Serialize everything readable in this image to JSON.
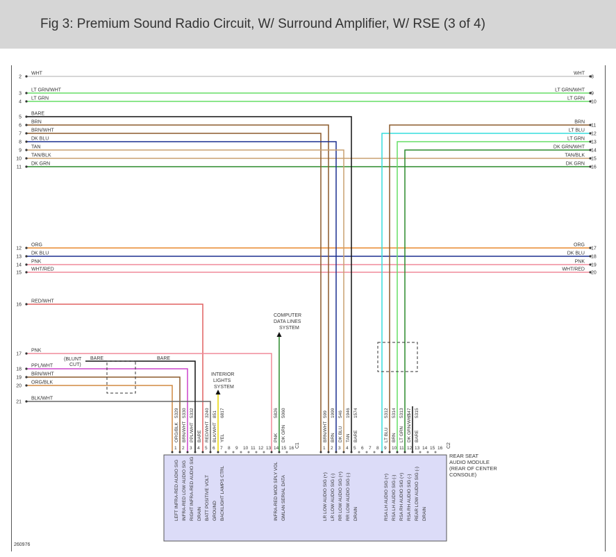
{
  "title": "Fig 3: Premium Sound Radio Circuit, W/ Surround Amplifier, W/ RSE (3 of 4)",
  "figure_number": "260976",
  "left_wires": [
    {
      "pin": "2",
      "label": "WHT",
      "color": "#c8c8c8"
    },
    {
      "pin": "3",
      "label": "LT GRN/WHT",
      "color": "#66dd66"
    },
    {
      "pin": "4",
      "label": "LT GRN",
      "color": "#66dd66"
    },
    {
      "pin": "5",
      "label": "BARE",
      "color": "#111111"
    },
    {
      "pin": "6",
      "label": "BRN",
      "color": "#8b5a2b"
    },
    {
      "pin": "7",
      "label": "BRN/WHT",
      "color": "#8b5a2b"
    },
    {
      "pin": "8",
      "label": "DK BLU",
      "color": "#1a2f8f"
    },
    {
      "pin": "9",
      "label": "TAN",
      "color": "#c8a070"
    },
    {
      "pin": "10",
      "label": "TAN/BLK",
      "color": "#c8a070"
    },
    {
      "pin": "11",
      "label": "DK GRN",
      "color": "#2a8a2a"
    },
    {
      "pin": "12",
      "label": "ORG",
      "color": "#e8892e"
    },
    {
      "pin": "13",
      "label": "DK BLU",
      "color": "#1a2f8f"
    },
    {
      "pin": "14",
      "label": "PNK",
      "color": "#f08a9a"
    },
    {
      "pin": "15",
      "label": "WHT/RED",
      "color": "#f08a9a"
    },
    {
      "pin": "16",
      "label": "RED/WHT",
      "color": "#e06060"
    },
    {
      "pin": "17",
      "label": "PNK",
      "color": "#f08a9a"
    },
    {
      "pin": "18",
      "label": "PPL/WHT",
      "color": "#cc44cc"
    },
    {
      "pin": "19",
      "label": "BRN/WHT",
      "color": "#8b5a2b"
    },
    {
      "pin": "20",
      "label": "ORG/BLK",
      "color": "#d08840"
    },
    {
      "pin": "21",
      "label": "BLK/WHT",
      "color": "#666666"
    }
  ],
  "right_wires": [
    {
      "pin": "8",
      "label": "WHT",
      "color": "#c8c8c8"
    },
    {
      "pin": "9",
      "label": "LT GRN/WHT",
      "color": "#66dd66"
    },
    {
      "pin": "10",
      "label": "LT GRN",
      "color": "#66dd66"
    },
    {
      "pin": "11",
      "label": "BRN",
      "color": "#8b5a2b"
    },
    {
      "pin": "12",
      "label": "LT BLU",
      "color": "#33dddd"
    },
    {
      "pin": "13",
      "label": "LT GRN",
      "color": "#66dd66"
    },
    {
      "pin": "14",
      "label": "DK GRN/WHT",
      "color": "#2a8a2a"
    },
    {
      "pin": "15",
      "label": "TAN/BLK",
      "color": "#c8a070"
    },
    {
      "pin": "16",
      "label": "DK GRN",
      "color": "#2a8a2a"
    },
    {
      "pin": "17",
      "label": "ORG",
      "color": "#e8892e"
    },
    {
      "pin": "18",
      "label": "DK BLU",
      "color": "#1a2f8f"
    },
    {
      "pin": "19",
      "label": "PNK",
      "color": "#f08a9a"
    },
    {
      "pin": "20",
      "label": "WHT/RED",
      "color": "#f08a9a"
    }
  ],
  "annotations": {
    "blunt_cut": "(BLUNT CUT)",
    "bare_a": "BARE",
    "bare_b": "BARE",
    "interior_lights": "INTERIOR LIGHTS SYSTEM",
    "computer_data": "COMPUTER DATA LINES SYSTEM"
  },
  "module": {
    "name": "REAR SEAT AUDIO MODULE (REAR OF CENTER CONSOLE)",
    "connector_c1": "C1",
    "connector_c2": "C2"
  },
  "c1_pins": [
    {
      "pin": "1",
      "circuit": "5329",
      "wire": "ORG/BLK",
      "function": "LEFT INFRA-RED AUDIO SIG",
      "color": "#d08840"
    },
    {
      "pin": "2",
      "circuit": "5330",
      "wire": "BRN/WHT",
      "function": "INFRA-RED LOW AUDIO SIG",
      "color": "#8b5a2b"
    },
    {
      "pin": "3",
      "circuit": "5332",
      "wire": "PPL/WHT",
      "function": "RIGHT INFRA-RED AUDIO SIG",
      "color": "#cc44cc"
    },
    {
      "pin": "4",
      "circuit": "",
      "wire": "BARE",
      "function": "DRAIN",
      "color": "#111111"
    },
    {
      "pin": "5",
      "circuit": "3240",
      "wire": "RED/WHT",
      "function": "BATT POSITIVE VOLT",
      "color": "#e06060"
    },
    {
      "pin": "6",
      "circuit": "851",
      "wire": "BLK/WHT",
      "function": "GROUND",
      "color": "#666666"
    },
    {
      "pin": "7",
      "circuit": "6817",
      "wire": "YEL",
      "function": "BACKLIGHT LAMPS CTRL",
      "color": "#e8d400"
    },
    {
      "pin": "8",
      "circuit": "",
      "wire": "",
      "function": "",
      "color": ""
    },
    {
      "pin": "9",
      "circuit": "",
      "wire": "",
      "function": "",
      "color": ""
    },
    {
      "pin": "10",
      "circuit": "",
      "wire": "",
      "function": "",
      "color": ""
    },
    {
      "pin": "11",
      "circuit": "",
      "wire": "",
      "function": "",
      "color": ""
    },
    {
      "pin": "12",
      "circuit": "",
      "wire": "",
      "function": "",
      "color": ""
    },
    {
      "pin": "13",
      "circuit": "",
      "wire": "",
      "function": "",
      "color": ""
    },
    {
      "pin": "14",
      "circuit": "5826",
      "wire": "PNK",
      "function": "INFRA-RED MOD SPLY VOL",
      "color": "#f08a9a"
    },
    {
      "pin": "15",
      "circuit": "5060",
      "wire": "DK GRN",
      "function": "GMLAN SERIAL DATA",
      "color": "#2a8a2a"
    },
    {
      "pin": "16",
      "circuit": "",
      "wire": "",
      "function": "",
      "color": ""
    }
  ],
  "c2_pins": [
    {
      "pin": "1",
      "circuit": "599",
      "wire": "BRN/WHT",
      "function": "LR LOW AUDIO SIG (+)",
      "color": "#8b5a2b"
    },
    {
      "pin": "2",
      "circuit": "1999",
      "wire": "BRN",
      "function": "LR LOW AUDIO SIG (-)",
      "color": "#8b5a2b"
    },
    {
      "pin": "3",
      "circuit": "546",
      "wire": "DK BLU",
      "function": "RR LOW AUDIO SIG (+)",
      "color": "#1a2f8f"
    },
    {
      "pin": "4",
      "circuit": "1946",
      "wire": "TAN",
      "function": "RR LOW AUDIO SIG (-)",
      "color": "#c8a070"
    },
    {
      "pin": "5",
      "circuit": "1574",
      "wire": "BARE",
      "function": "DRAIN",
      "color": "#111111"
    },
    {
      "pin": "6",
      "circuit": "",
      "wire": "",
      "function": "",
      "color": ""
    },
    {
      "pin": "7",
      "circuit": "",
      "wire": "",
      "function": "",
      "color": ""
    },
    {
      "pin": "8",
      "circuit": "",
      "wire": "",
      "function": "",
      "color": ""
    },
    {
      "pin": "9",
      "circuit": "5312",
      "wire": "LT BLU",
      "function": "RSA LH AUDIO SIG (+)",
      "color": "#33dddd"
    },
    {
      "pin": "10",
      "circuit": "5314",
      "wire": "BRN",
      "function": "RSA LH AUDIO SIG (-)",
      "color": "#8b5a2b"
    },
    {
      "pin": "11",
      "circuit": "5313",
      "wire": "LT GRN",
      "function": "RSA RH AUDIO SIG (+)",
      "color": "#66dd66"
    },
    {
      "pin": "12",
      "circuit": "1547",
      "wire": "DK GRN/WHT",
      "function": "RSA RH AUDIO SIG (-)",
      "color": "#2a8a2a"
    },
    {
      "pin": "13",
      "circuit": "5315",
      "wire": "BARE",
      "function": "REAR LOW AUDIO SIG (-)",
      "color": "#111111"
    },
    {
      "pin": "14",
      "circuit": "",
      "wire": "",
      "function": "DRAIN",
      "color": ""
    },
    {
      "pin": "15",
      "circuit": "",
      "wire": "",
      "function": "",
      "color": ""
    },
    {
      "pin": "16",
      "circuit": "",
      "wire": "",
      "function": "",
      "color": ""
    }
  ]
}
